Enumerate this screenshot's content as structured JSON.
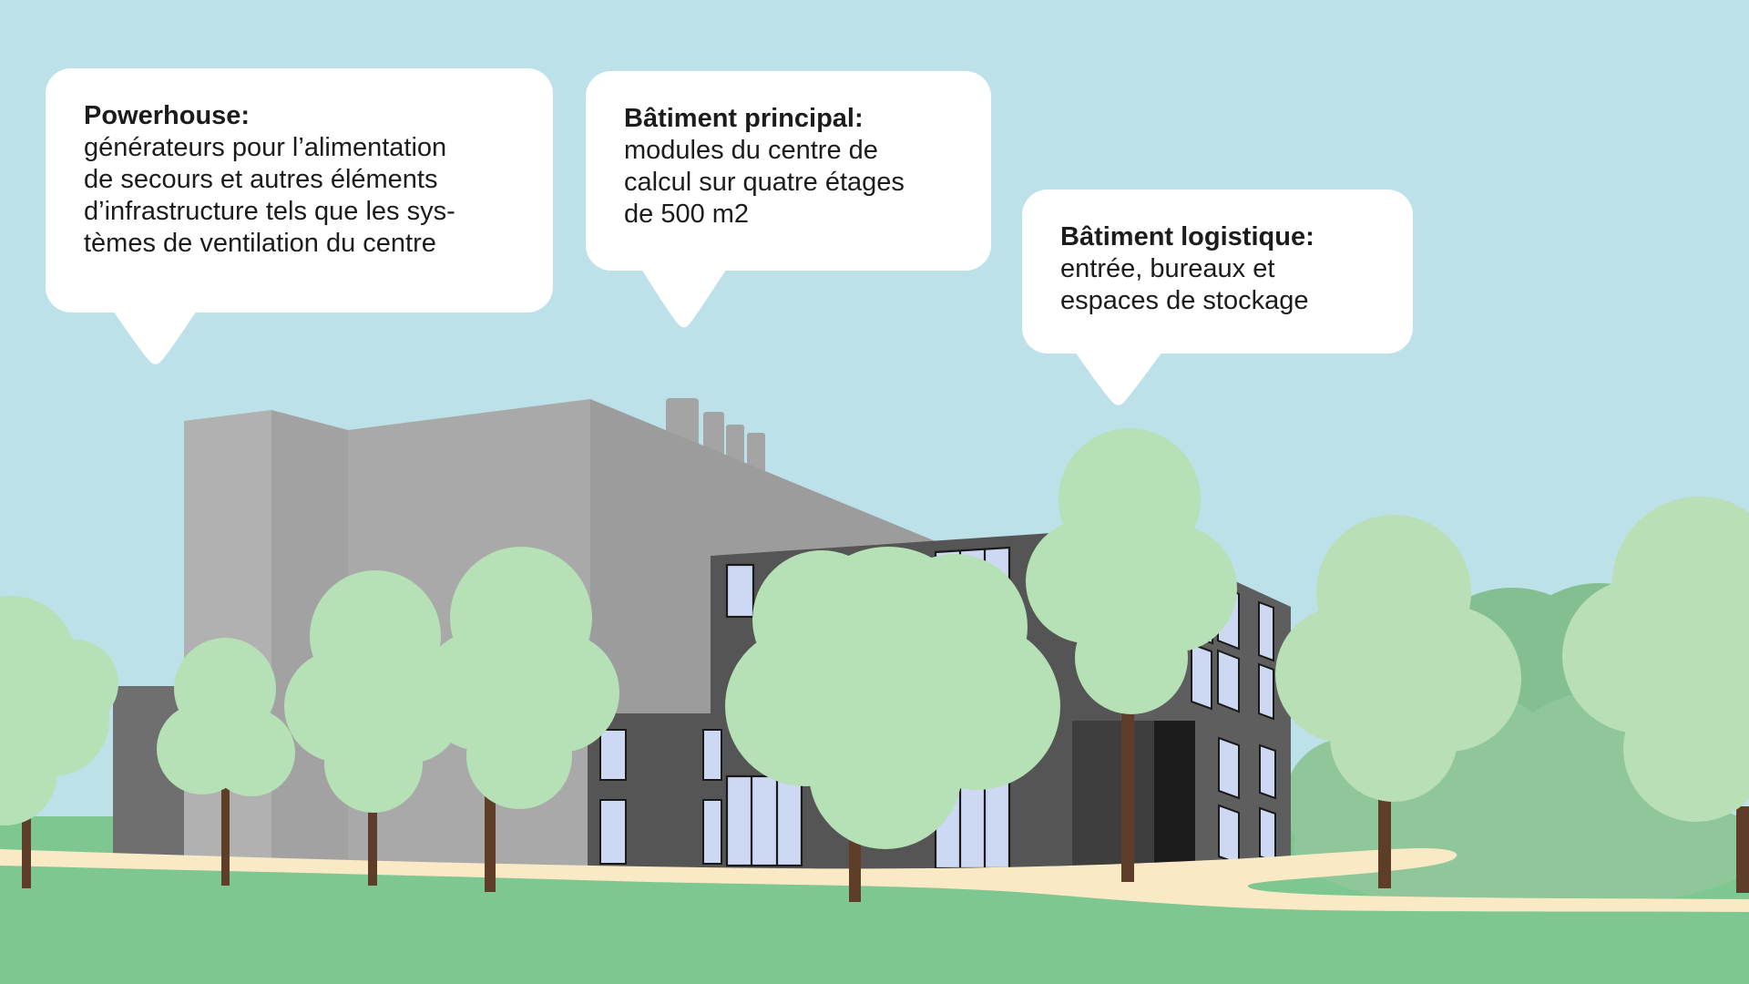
{
  "callouts": [
    {
      "id": "powerhouse",
      "title": "Powerhouse:",
      "body": "générateurs pour l’alimentation\nde secours et autres éléments\nd’infrastructure tels que les sys-\ntèmes de ventilation du centre"
    },
    {
      "id": "batiment-principal",
      "title": "Bâtiment principal:",
      "body": "modules du centre de\ncalcul sur quatre étages\nde 500 m2"
    },
    {
      "id": "batiment-logistique",
      "title": "Bâtiment logistique:",
      "body": "entrée, bureaux et\nespaces de stockage"
    }
  ],
  "palette": {
    "sky": "#bde1e8",
    "grass": "#7ec791",
    "path": "#f9eac5",
    "foliage_light": "#b6e0b6",
    "foliage_mid": "#8fc79b",
    "foliage_dark": "#84bf92",
    "trunk": "#5e3d29",
    "powerhouse_face_light": "#b1b1b1",
    "powerhouse_face_mid": "#a9a9a9",
    "powerhouse_face_shadow": "#a2a2a2",
    "powerhouse_face_back": "#9c9c9c",
    "powerhouse_annex": "#6f6f6f",
    "main_building": "#555555",
    "main_building_side": "#5e5e5e",
    "entrance_block": "#3e3e3e",
    "entrance_door": "#1c1c1c",
    "window": "#cdd8f2",
    "window_outline": "#1a1a1a",
    "bubble_background": "#ffffff",
    "bubble_text": "#1c1c1c"
  }
}
